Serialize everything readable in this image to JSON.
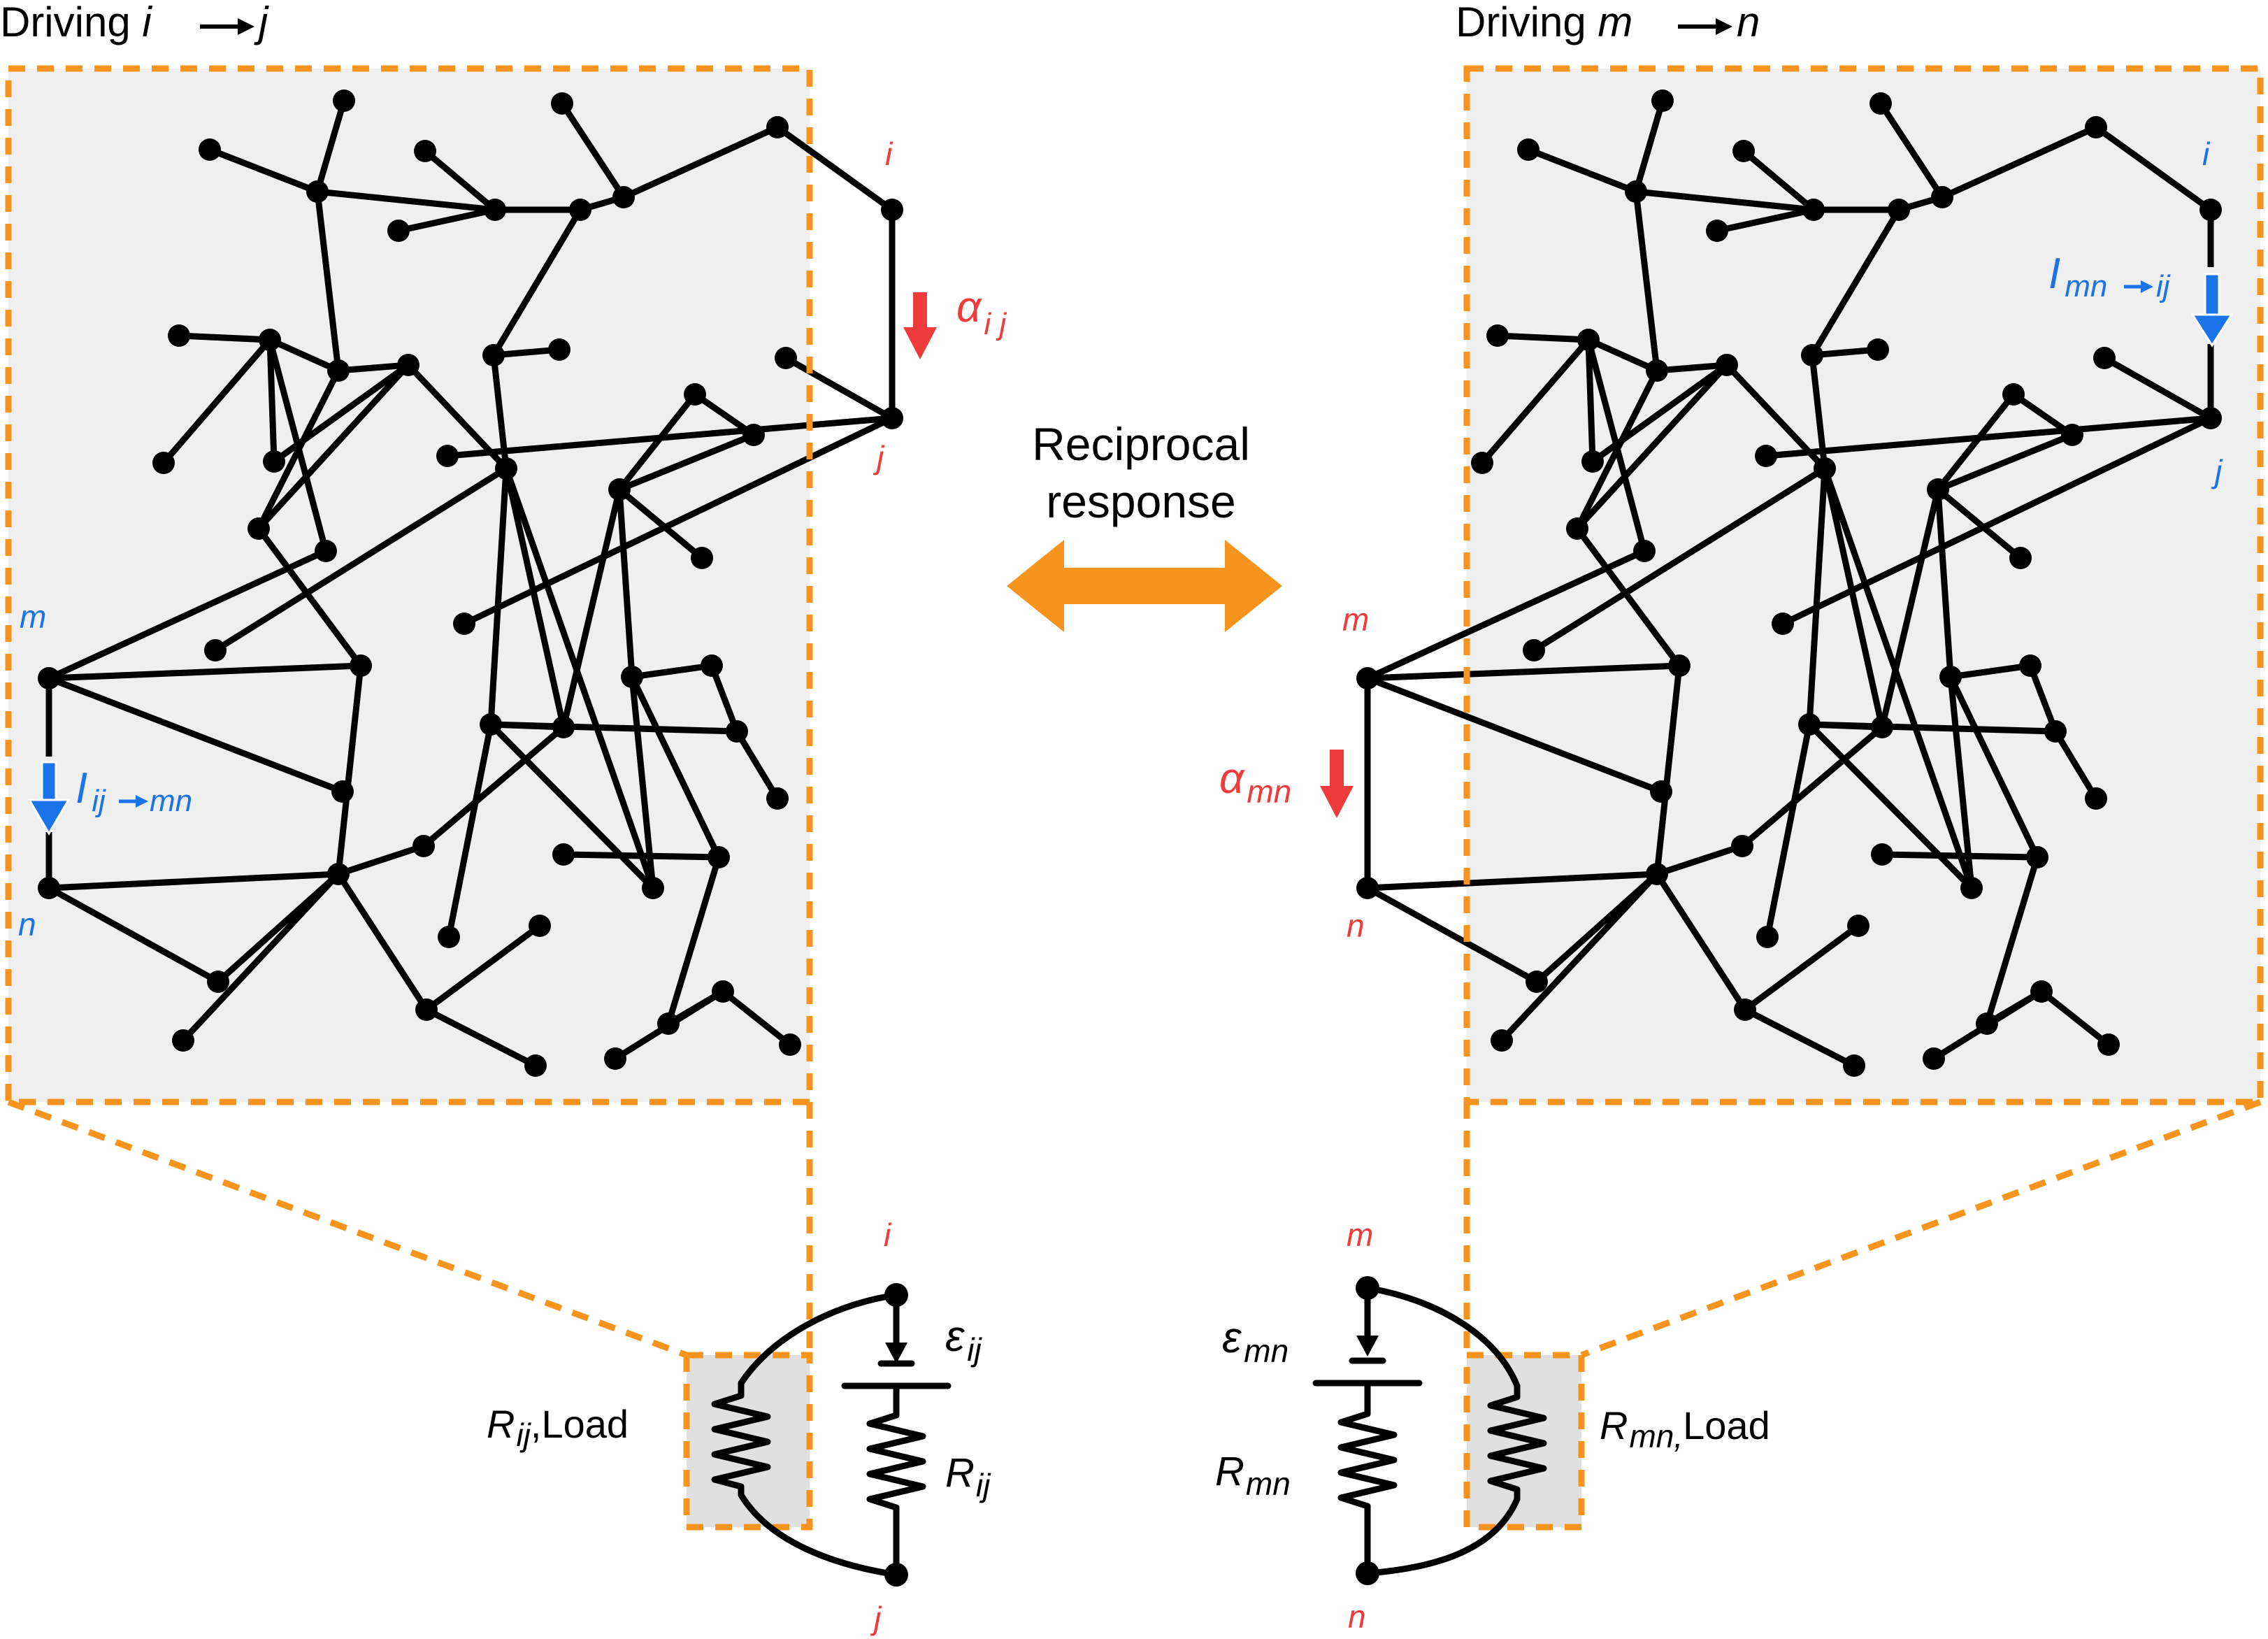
{
  "left_panel": {
    "title_prefix": "Driving ",
    "title_from": "i",
    "title_to": "j",
    "node_i": "i",
    "node_j": "j",
    "node_m": "m",
    "node_n": "n",
    "alpha_symbol": "α",
    "alpha_sub": "i j",
    "current_main": "I",
    "current_sub_from": "ij",
    "current_sub_to": "mn"
  },
  "right_panel": {
    "title_prefix": "Driving ",
    "title_from": "m",
    "title_to": "n",
    "node_i": "i",
    "node_j": "j",
    "node_m": "m",
    "node_n": "n",
    "alpha_symbol": "α",
    "alpha_sub": "mn",
    "current_main": "I",
    "current_sub_from": "mn",
    "current_sub_to": "ij"
  },
  "center": {
    "line1": "Reciprocal",
    "line2": "response"
  },
  "circuit_left": {
    "top_node": "i",
    "bottom_node": "j",
    "emf_symbol": "ε",
    "emf_sub": "ij",
    "r_symbol": "R",
    "r_sub": "ij",
    "load_symbol": "R",
    "load_sub": "ij",
    "load_suffix": ",Load"
  },
  "circuit_right": {
    "top_node": "m",
    "bottom_node": "n",
    "emf_symbol": "ε",
    "emf_sub": "mn",
    "r_symbol": "R",
    "r_sub": "mn",
    "load_symbol": "R",
    "load_sub": "mn,",
    "load_suffix": "Load"
  },
  "colors": {
    "accent_orange": "#f7941d",
    "alpha_red": "#ef3b3b",
    "current_blue": "#1a73e8",
    "panel_gray": "#efefef",
    "load_gray": "#e0e0e0"
  }
}
